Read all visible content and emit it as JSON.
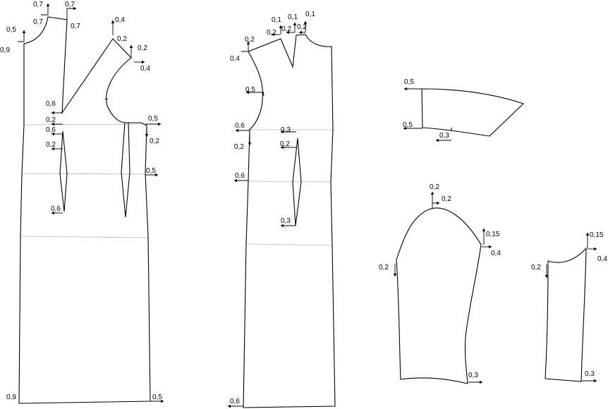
{
  "pieces": [
    {
      "id": "front",
      "labels": [
        "0,7",
        "0,7",
        "0,7",
        "0,7",
        "0,5",
        "0,9",
        "0,4",
        "0,2",
        "0,2",
        "0,4",
        "0,6",
        "0,2",
        "0,6",
        "0,2",
        "0,5",
        "0,2",
        "0,5",
        "0,6",
        "0,9",
        "0,5"
      ]
    },
    {
      "id": "back",
      "labels": [
        "0,1",
        "0,1",
        "0,1",
        "0,2",
        "0,2",
        "0,2",
        "0,2",
        "0,4",
        "0,5",
        "0,6",
        "0,2",
        "0,3",
        "0,2",
        "0,6",
        "0,3",
        "0,6"
      ]
    },
    {
      "id": "collar",
      "labels": [
        "0,5",
        "0,5",
        "0,3"
      ]
    },
    {
      "id": "sleeve",
      "labels": [
        "0,2",
        "0,2",
        "0,15",
        "0,4",
        "0,2",
        "0,3"
      ]
    },
    {
      "id": "sleeve-lining",
      "labels": [
        "0,15",
        "0,4",
        "0,2",
        "0,3"
      ]
    }
  ]
}
